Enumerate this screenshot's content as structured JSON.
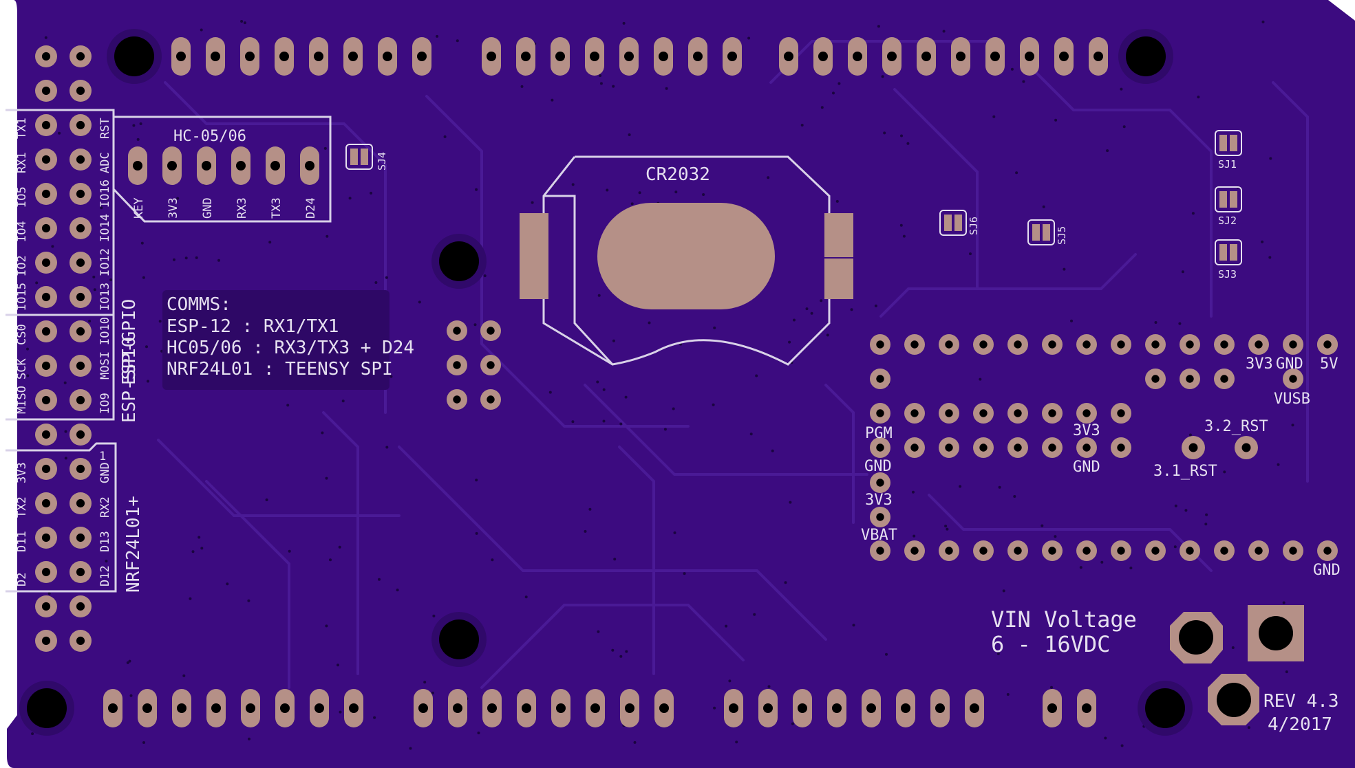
{
  "board": {
    "colors": {
      "substrate": "#3c0b80",
      "trace": "#4a1a96",
      "copper_pad": "#b59087",
      "silkscreen": "#e6e0f0",
      "drill": "#000000"
    },
    "labels": {
      "hc_header_title": "HC-05/06",
      "hc_pins": [
        "KEY",
        "3V3",
        "GND",
        "RX3",
        "TX3",
        "D24"
      ],
      "battery": "CR2032",
      "comms_title": "COMMS:",
      "comms_lines": [
        "ESP-12 : RX1/TX1",
        "HC05/06 : RX3/TX3 + D24",
        "NRF24L01 : TEENSY SPI"
      ],
      "esp_left": [
        "TX1",
        "RX1",
        "IO5",
        "IO4",
        "IO2",
        "IO15",
        "CS0",
        "SCK",
        "MISO"
      ],
      "esp_right": [
        "RST",
        "ADC",
        "IO16",
        "IO14",
        "IO12",
        "IO13",
        "IO10",
        "MOSI",
        "IO9"
      ],
      "esp_gpio_label": "ESP-GPIO",
      "esp_spi_label": "ESP-SPI0",
      "nrf_left": [
        "3V3",
        "TX2",
        "D11",
        "D2"
      ],
      "nrf_right": [
        "GND",
        "RX2",
        "D13",
        "D12"
      ],
      "nrf_pin1": "1",
      "nrf_label": "NRF24L01+",
      "jumpers": [
        "SJ1",
        "SJ2",
        "SJ3",
        "SJ4",
        "SJ5",
        "SJ6"
      ],
      "teensy_labels": {
        "v3v3_top": "3V3",
        "gnd_top": "GND",
        "v5": "5V",
        "vusb": "VUSB",
        "rst_32": "3.2_RST",
        "rst_31": "3.1_RST",
        "pgm": "PGM",
        "gnd_left": "GND",
        "v3v3_left": "3V3",
        "vbat": "VBAT",
        "v3v3_mid": "3V3",
        "gnd_mid": "GND",
        "gnd_bottom": "GND"
      },
      "vin_line1": "VIN Voltage",
      "vin_line2": "6 - 16VDC",
      "rev_line1": "REV 4.3",
      "rev_line2": "4/2017"
    }
  }
}
